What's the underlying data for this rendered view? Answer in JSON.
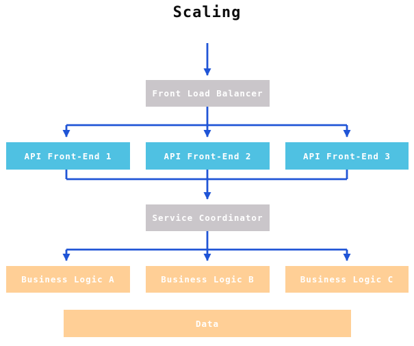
{
  "title": "Scaling",
  "colors": {
    "arrow": "#1f54d6",
    "node-gray": "#cac6ca",
    "node-blue": "#4fc1e2",
    "node-orange": "#ffcf96",
    "node-text": "#ffffff",
    "title-text": "#0d0d0d",
    "background": "#ffffff"
  },
  "nodes": {
    "load_balancer": {
      "label": "Front Load Balancer"
    },
    "api1": {
      "label": "API Front-End 1"
    },
    "api2": {
      "label": "API Front-End 2"
    },
    "api3": {
      "label": "API Front-End 3"
    },
    "coordinator": {
      "label": "Service Coordinator"
    },
    "logic_a": {
      "label": "Business Logic A"
    },
    "logic_b": {
      "label": "Business Logic B"
    },
    "logic_c": {
      "label": "Business Logic C"
    },
    "data_store": {
      "label": "Data"
    }
  }
}
